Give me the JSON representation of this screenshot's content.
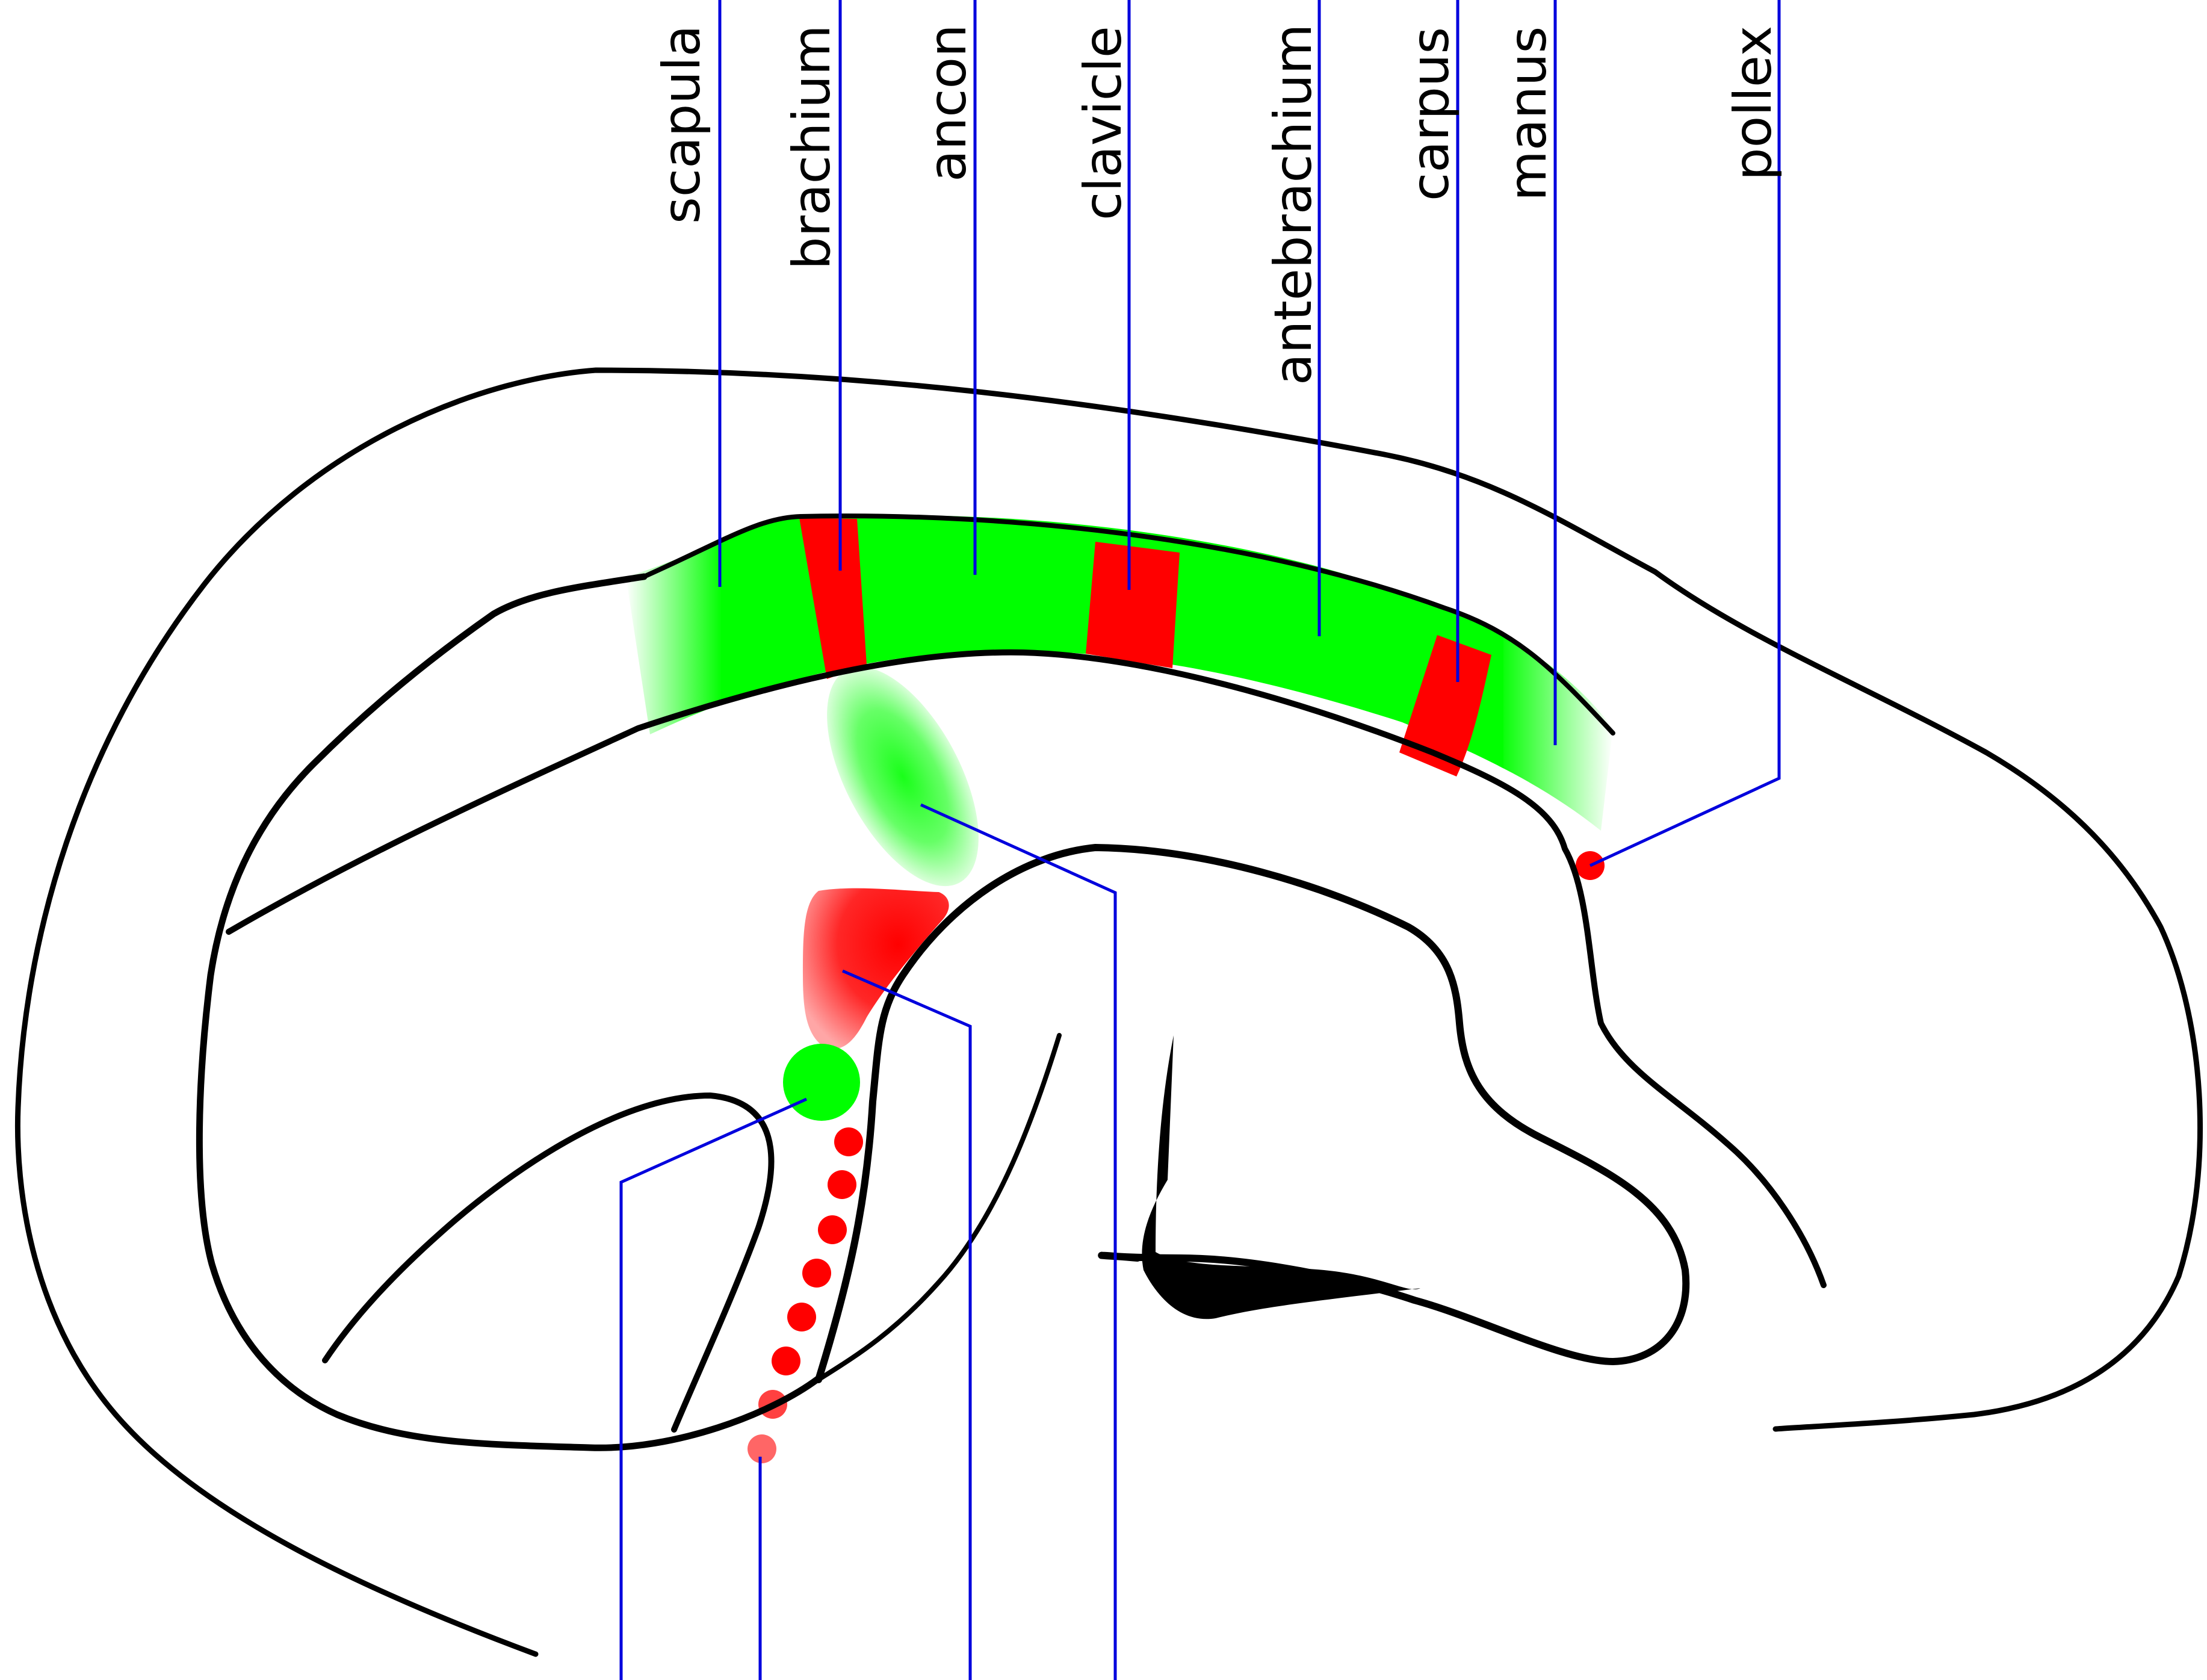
{
  "diagram": {
    "labels": {
      "scapula": "scapula",
      "brachium": "brachium",
      "ancon": "ancon",
      "clavicle": "clavicle",
      "antebrachium": "antebrachium",
      "carpus": "carpus",
      "manus": "manus",
      "pollex": "pollex"
    },
    "colors": {
      "field_green": "#00ff00",
      "field_red": "#ff0000",
      "leader_blue": "#0000dd",
      "outline": "#000000"
    }
  }
}
